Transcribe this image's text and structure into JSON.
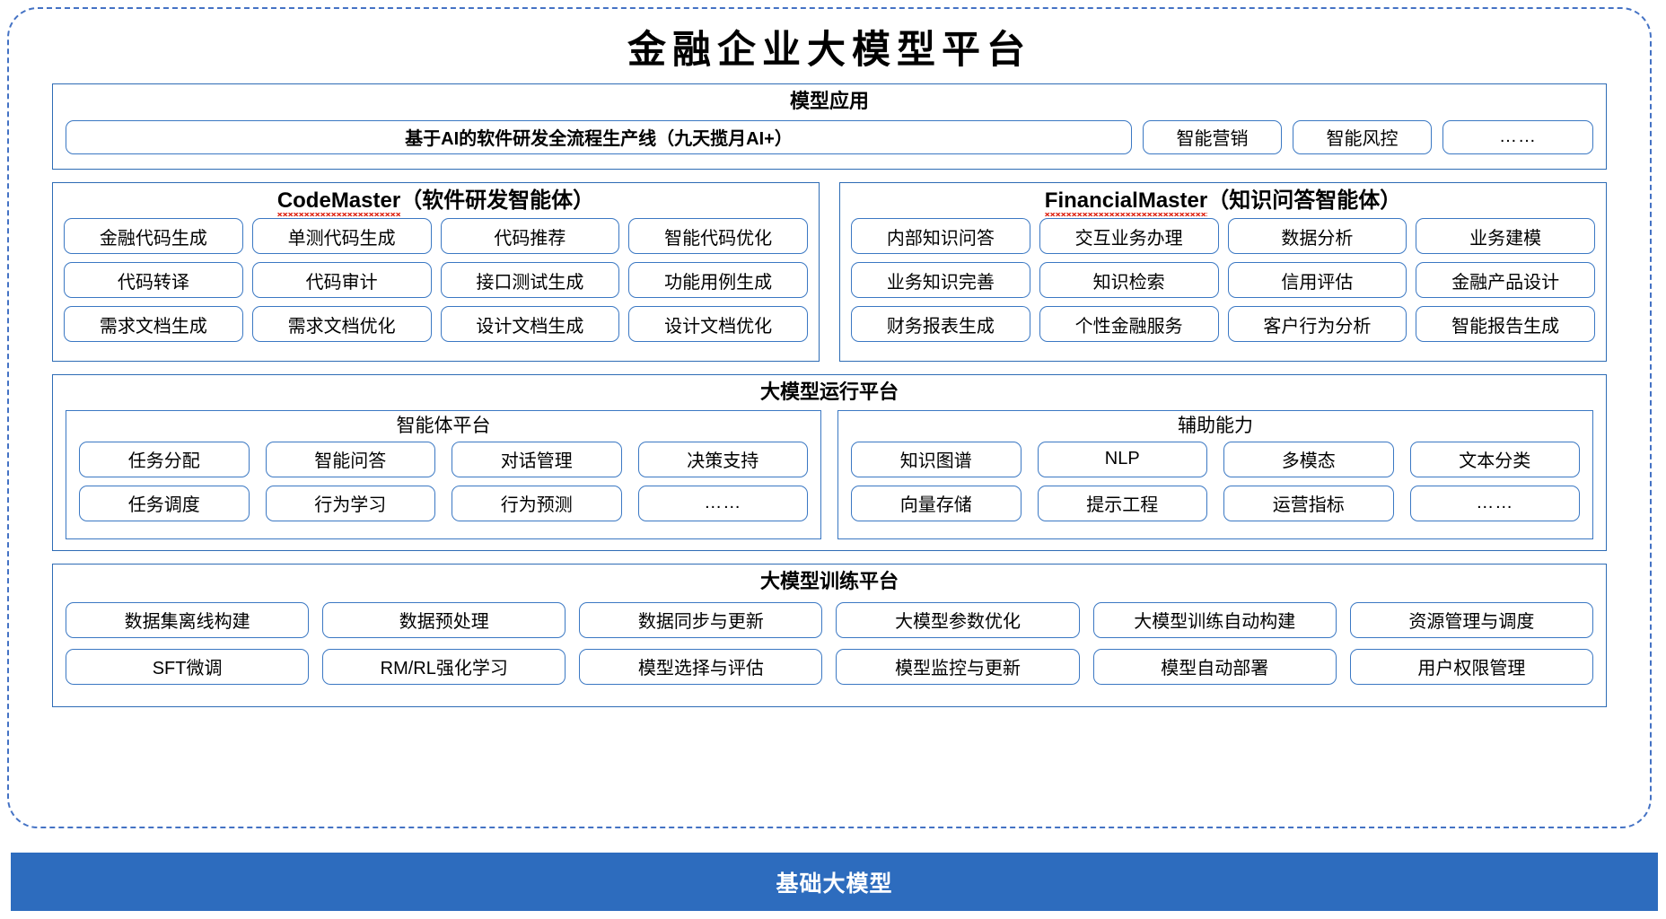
{
  "page": {
    "title": "金融企业大模型平台"
  },
  "model_application": {
    "title": "模型应用",
    "items": [
      {
        "label": "基于AI的软件研发全流程生产线（九天揽月AI+）",
        "emphasis": true
      },
      {
        "label": "智能营销",
        "emphasis": false
      },
      {
        "label": "智能风控",
        "emphasis": false
      },
      {
        "label": "……",
        "emphasis": false
      }
    ]
  },
  "agents": [
    {
      "name": "CodeMaster",
      "name_suffix": "（软件研发智能体）",
      "spellcheck_underline": true,
      "items": [
        "金融代码生成",
        "单测代码生成",
        "代码推荐",
        "智能代码优化",
        "代码转译",
        "代码审计",
        "接口测试生成",
        "功能用例生成",
        "需求文档生成",
        "需求文档优化",
        "设计文档生成",
        "设计文档优化"
      ]
    },
    {
      "name": "FinancialMaster",
      "name_suffix": "（知识问答智能体）",
      "spellcheck_underline": true,
      "items": [
        "内部知识问答",
        "交互业务办理",
        "数据分析",
        "业务建模",
        "业务知识完善",
        "知识检索",
        "信用评估",
        "金融产品设计",
        "财务报表生成",
        "个性金融服务",
        "客户行为分析",
        "智能报告生成"
      ]
    }
  ],
  "runtime_platform": {
    "title": "大模型运行平台",
    "panels": [
      {
        "title": "智能体平台",
        "items": [
          "任务分配",
          "智能问答",
          "对话管理",
          "决策支持",
          "任务调度",
          "行为学习",
          "行为预测",
          "……"
        ]
      },
      {
        "title": "辅助能力",
        "items": [
          "知识图谱",
          "NLP",
          "多模态",
          "文本分类",
          "向量存储",
          "提示工程",
          "运营指标",
          "……"
        ]
      }
    ]
  },
  "training_platform": {
    "title": "大模型训练平台",
    "items": [
      "数据集离线构建",
      "数据预处理",
      "数据同步与更新",
      "大模型参数优化",
      "大模型训练自动构建",
      "资源管理与调度",
      "SFT微调",
      "RM/RL强化学习",
      "模型选择与评估",
      "模型监控与更新",
      "模型自动部署",
      "用户权限管理"
    ]
  },
  "foundation": {
    "label": "基础大模型"
  },
  "colors": {
    "frame_dashed": "#4472C4",
    "section_border": "#2E6CB5",
    "pill_border": "#3B78C3",
    "band_background": "#2D6CBE",
    "band_text": "#FFFFFF",
    "spellcheck_underline": "#E03020"
  }
}
